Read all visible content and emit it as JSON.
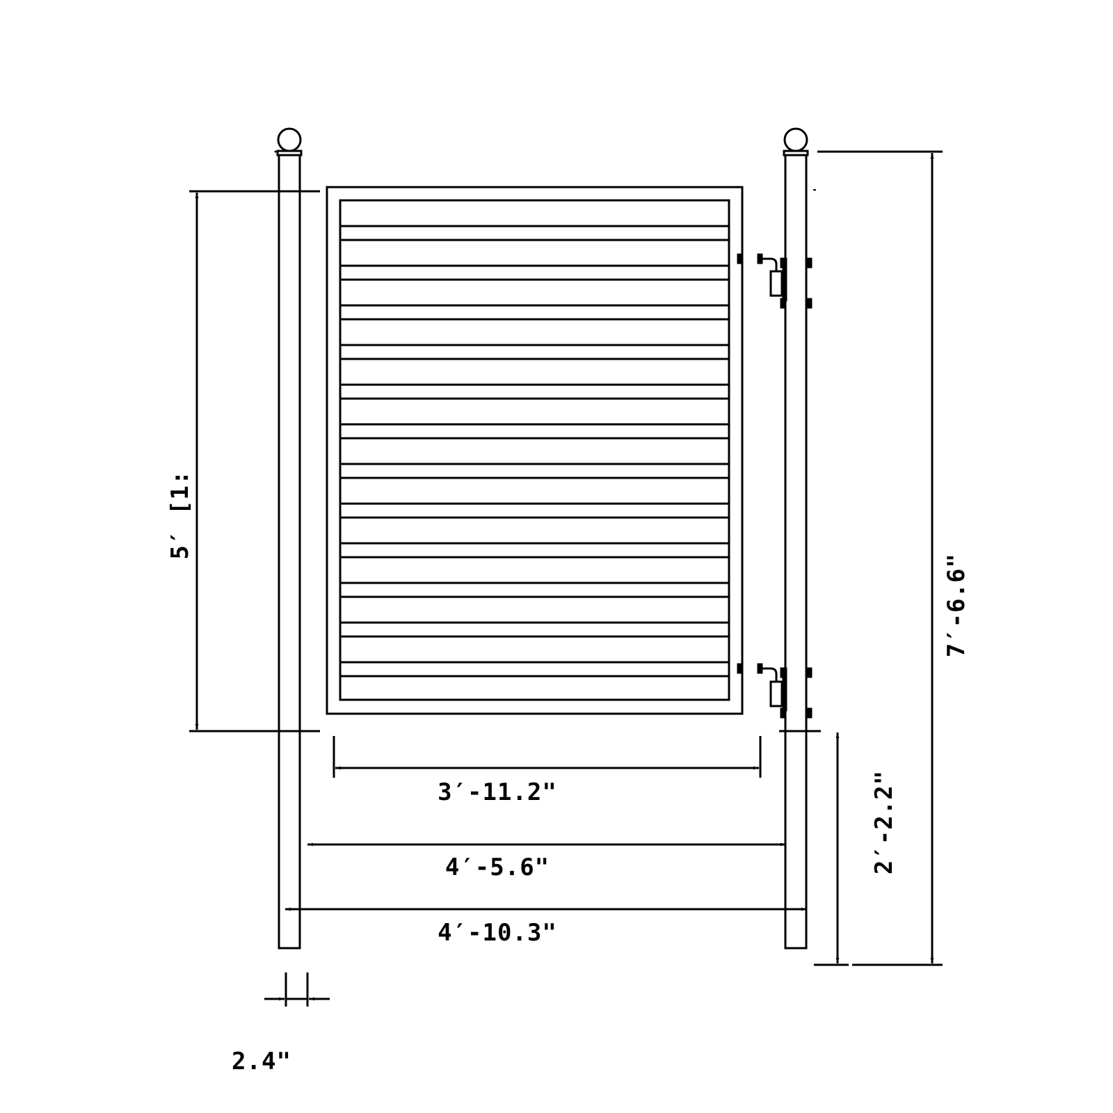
{
  "drawing": {
    "title": "Gate elevation drawing",
    "line_color": "#000000",
    "background": "#ffffff"
  },
  "dimensions": {
    "gate_height": {
      "label": "5′ [1:",
      "orientation": "vertical"
    },
    "gate_width": {
      "label": "3′-11.2\"",
      "orientation": "horizontal"
    },
    "opening_between_posts": {
      "label": "4′-5.6\"",
      "orientation": "horizontal"
    },
    "overall_post_width": {
      "label": "4′-10.3\"",
      "orientation": "horizontal"
    },
    "post_width": {
      "label": "2.4\"",
      "orientation": "horizontal"
    },
    "post_below_gate": {
      "label": "2′-2.2\"",
      "orientation": "vertical"
    },
    "post_total_height": {
      "label": "7′-6.6\"",
      "orientation": "vertical"
    }
  },
  "components": {
    "left_post": {
      "name": "Left post with ball cap"
    },
    "right_post": {
      "name": "Right hinge post with ball cap"
    },
    "gate_panel": {
      "name": "Gate panel with horizontal slats",
      "slat_pairs": 12
    },
    "hinges": [
      {
        "name": "Upper hinge"
      },
      {
        "name": "Lower hinge"
      }
    ]
  }
}
